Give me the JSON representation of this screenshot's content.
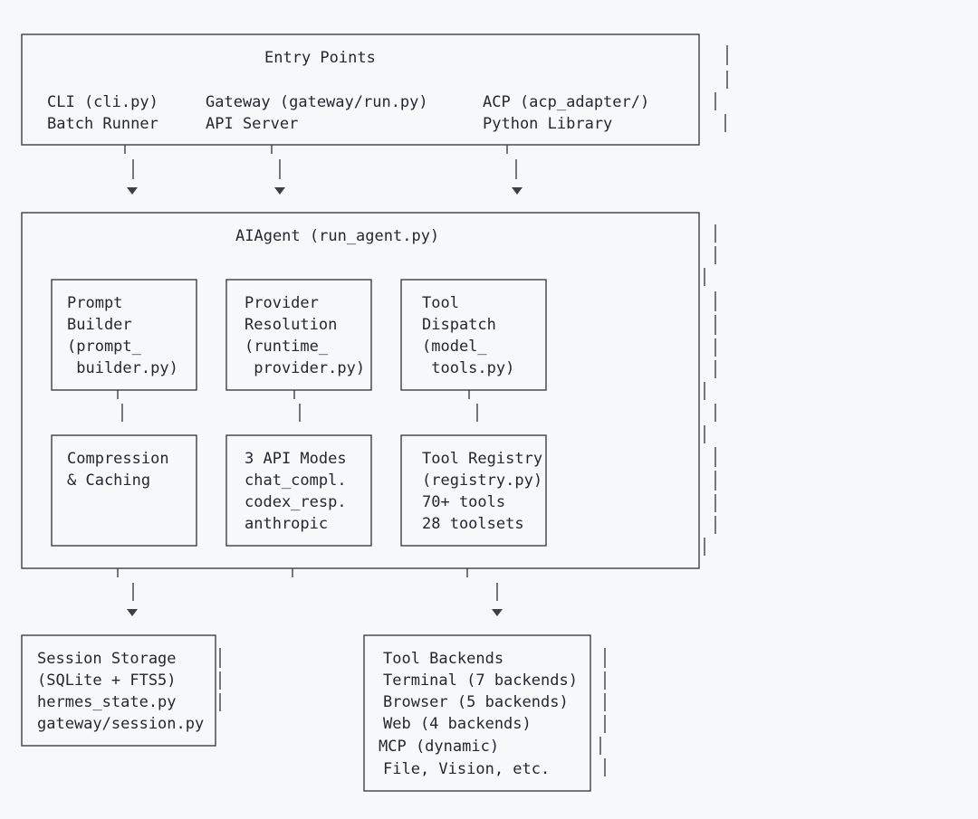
{
  "entry_points": {
    "title": "Entry Points",
    "cli": "CLI (cli.py)",
    "batch_runner": "Batch Runner",
    "gateway": "Gateway (gateway/run.py)",
    "api_server": "API Server",
    "acp": "ACP (acp_adapter/)",
    "python_library": "Python Library"
  },
  "agent": {
    "title": "AIAgent (run_agent.py)",
    "prompt_builder": [
      "Prompt",
      "Builder",
      "(prompt_",
      " builder.py)"
    ],
    "provider_resolution": [
      "Provider",
      "Resolution",
      "(runtime_",
      " provider.py)"
    ],
    "tool_dispatch": [
      "Tool",
      "Dispatch",
      "(model_",
      " tools.py)"
    ],
    "compression": [
      "Compression",
      "& Caching"
    ],
    "api_modes": [
      "3 API Modes",
      "chat_compl.",
      "codex_resp.",
      "anthropic"
    ],
    "tool_registry": [
      "Tool Registry",
      "(registry.py)",
      "70+ tools",
      "28 toolsets"
    ]
  },
  "session_storage": [
    "Session Storage",
    "(SQLite + FTS5)",
    "hermes_state.py",
    "gateway/session.py"
  ],
  "tool_backends": [
    "Tool Backends",
    "Terminal (7 backends)",
    "Browser (5 backends)",
    "Web (4 backends)",
    "MCP (dynamic)",
    "File, Vision, etc."
  ]
}
